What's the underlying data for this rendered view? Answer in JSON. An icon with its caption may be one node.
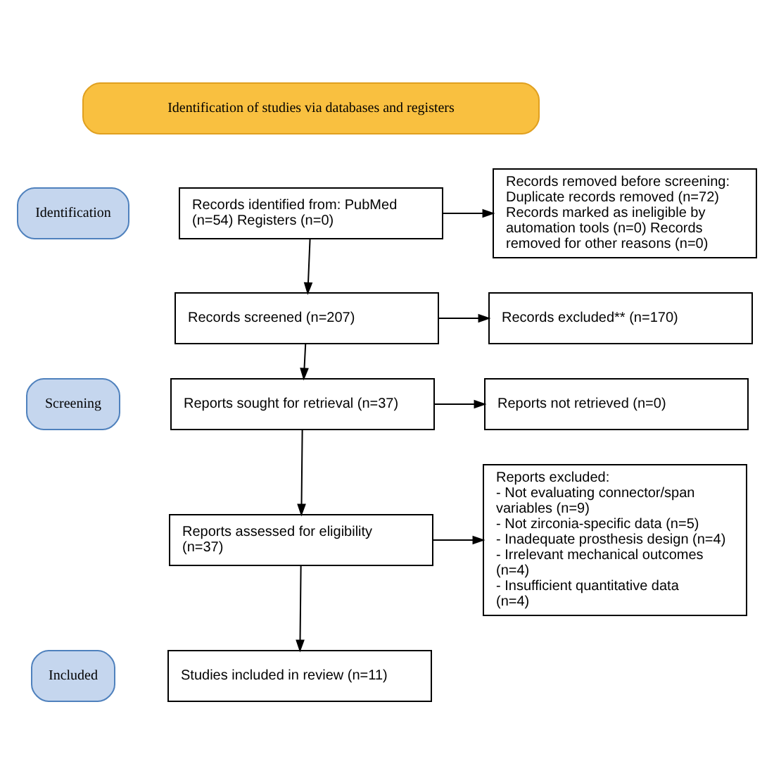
{
  "diagram": {
    "nodes": [
      {
        "text": [
          "Identification of studies via databases and registers"
        ]
      },
      {
        "text": [
          "Identification"
        ]
      },
      {
        "text": [
          "Screening"
        ]
      },
      {
        "text": [
          "Included"
        ]
      },
      {
        "text": [
          "Records identified from: PubMed (n=54) Registers (n=0)"
        ]
      },
      {
        "text": [
          "Records removed before screening: Duplicate records removed (n=72) Records marked as ineligible by automation tools (n=0) Records removed for other reasons (n=0)"
        ]
      },
      {
        "text": [
          "Records screened (n=207)"
        ]
      },
      {
        "text": [
          "Records excluded** (n=170)"
        ]
      },
      {
        "text": [
          "Reports sought for retrieval (n=37)"
        ]
      },
      {
        "text": [
          "Reports not retrieved (n=0)"
        ]
      },
      {
        "text": [
          "Reports assessed for eligibility (n=37)"
        ]
      },
      {
        "text": [
          "Reports excluded: - Not evaluating connector/span variables (n=9) - Not zirconia-specific data (n=5) - Inadequate prosthesis design (n=4) - Irrelevant mechanical outcomes (n=4) - Insufficient quantitative data (n=4)"
        ]
      },
      {
        "text": [
          "Studies included in review (n=11)"
        ]
      }
    ],
    "edges": [
      {
        "from": 4,
        "to": 5,
        "arrow": "to"
      },
      {
        "from": 4,
        "to": 6,
        "arrow": "to"
      },
      {
        "from": 6,
        "to": 7,
        "arrow": "to"
      },
      {
        "from": 6,
        "to": 8,
        "arrow": "to"
      },
      {
        "from": 8,
        "to": 9,
        "arrow": "to"
      },
      {
        "from": 8,
        "to": 10,
        "arrow": "to"
      },
      {
        "from": 10,
        "to": 11,
        "arrow": "to"
      },
      {
        "from": 10,
        "to": 12,
        "arrow": "to"
      }
    ]
  }
}
